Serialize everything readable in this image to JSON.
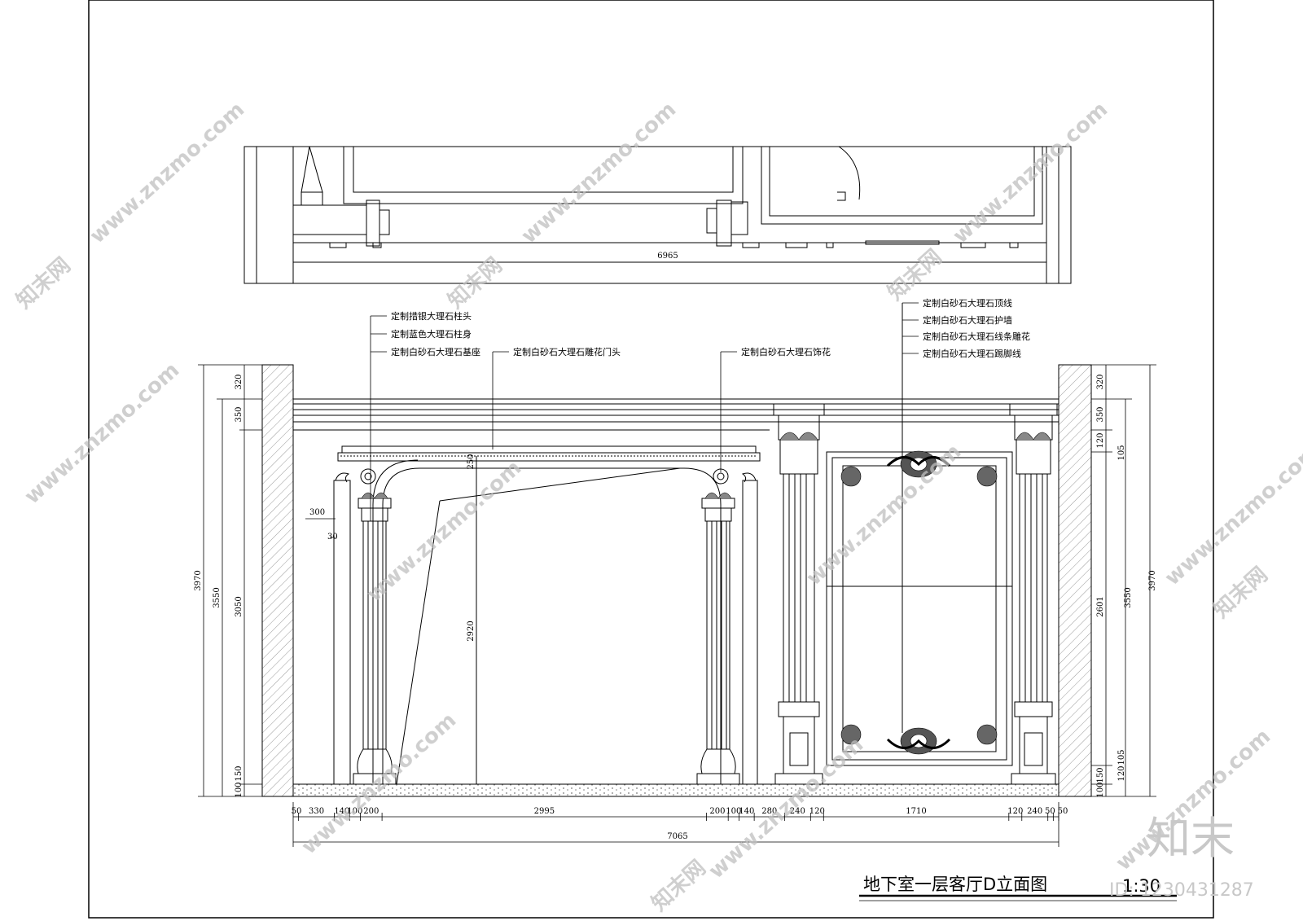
{
  "drawing": {
    "title": "地下室一层客厅D立面图",
    "scale": "1:30"
  },
  "plan": {
    "width_label": "6965"
  },
  "callouts_left": [
    "定制措银大理石柱头",
    "定制蓝色大理石柱身",
    "定制白砂石大理石基座"
  ],
  "callout_arch": "定制白砂石大理石雕花门头",
  "callout_ornament": "定制白砂石大理石饰花",
  "callouts_right": [
    "定制白砂石大理石顶线",
    "定制白砂石大理石护墙",
    "定制白砂石大理石线条雕花",
    "定制白砂石大理石踢脚线"
  ],
  "dims_bottom": [
    "50",
    "330",
    "140",
    "100",
    "200",
    "2995",
    "200",
    "100",
    "140",
    "280",
    "240",
    "120",
    "1710",
    "120",
    "240",
    "50",
    "50"
  ],
  "dim_total_bottom": "7065",
  "dims_left_outer": "3970",
  "dims_left_mid": "3550",
  "dims_left_inner": [
    "320",
    "350",
    "3050",
    "150",
    "100"
  ],
  "dims_right_outer": "3970",
  "dims_right_mid": "3550",
  "dims_right_inner": [
    "320",
    "350",
    "120",
    "105",
    "2601",
    "105",
    "120",
    "150",
    "100"
  ],
  "dim_opening_height": "2920",
  "dim_opening_top": "250",
  "dim_side_300": "300",
  "dim_side_30": "30",
  "watermark": {
    "site": "www.znzmo.com",
    "brand": "知末网",
    "logo": "知末",
    "id": "ID: 1230431287"
  }
}
